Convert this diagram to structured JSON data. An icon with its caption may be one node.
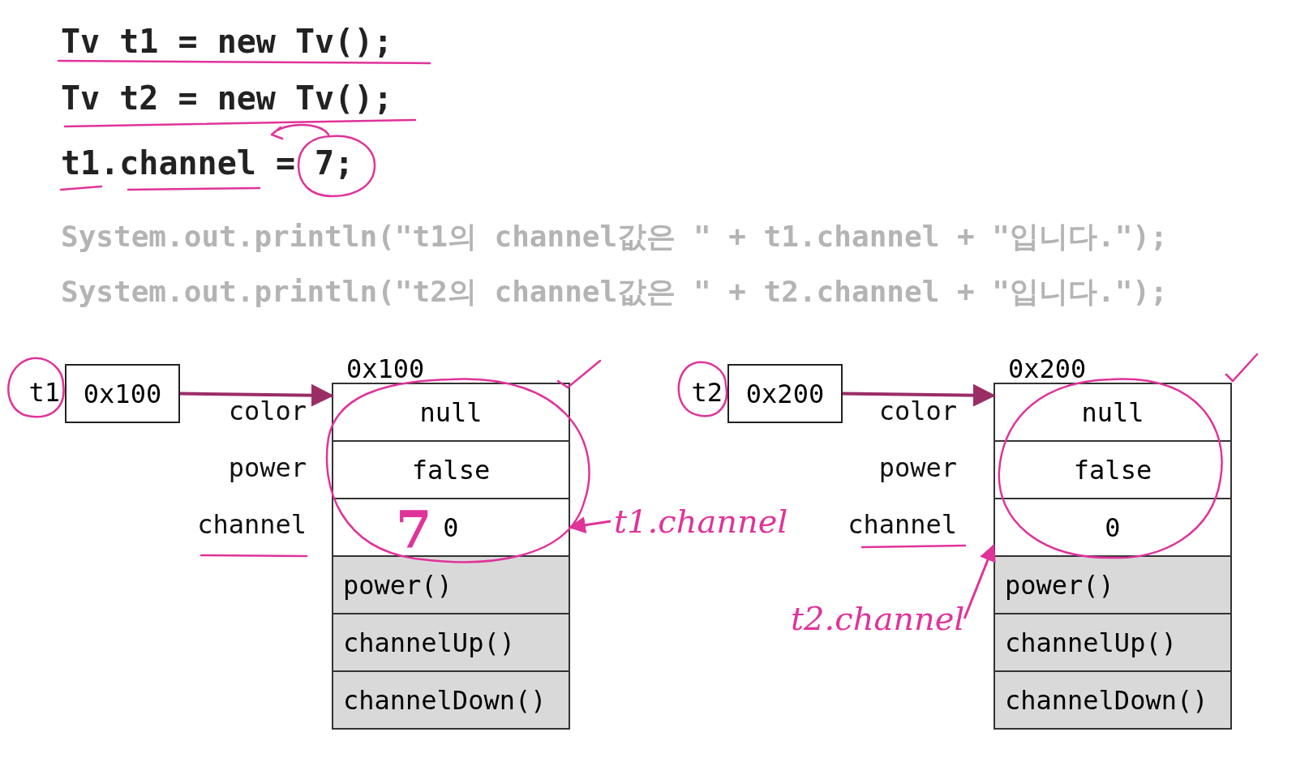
{
  "diagram": {
    "nodes": [
      {
        "text": [
          "0x100"
        ],
        "beside": [
          "t1"
        ]
      },
      {
        "text": [
          "0x100"
        ]
      },
      {
        "text": [
          "null"
        ],
        "in": 1
      },
      {
        "text": [
          "false"
        ],
        "in": 1
      },
      {
        "text": [
          "0"
        ],
        "in": 1
      },
      {
        "text": [
          "power()"
        ],
        "in": 1
      },
      {
        "text": [
          "channelUp()"
        ],
        "in": 1
      },
      {
        "text": [
          "channelDown()"
        ],
        "in": 1
      },
      {
        "text": [
          "0x200"
        ],
        "beside": [
          "t2"
        ]
      },
      {
        "text": [
          "0x200"
        ]
      },
      {
        "text": [
          "null"
        ],
        "in": 9
      },
      {
        "text": [
          "false"
        ],
        "in": 9
      },
      {
        "text": [
          "0"
        ],
        "in": 9
      },
      {
        "text": [
          "power()"
        ],
        "in": 9
      },
      {
        "text": [
          "channelUp()"
        ],
        "in": 9
      },
      {
        "text": [
          "channelDown()"
        ],
        "in": 9
      },
      {
        "text": [
          "t1.channel"
        ]
      },
      {
        "text": [
          "t2.channel"
        ]
      }
    ],
    "edges": [
      {
        "from": 0,
        "to": 1,
        "arrow": "to"
      },
      {
        "from": 8,
        "to": 9,
        "arrow": "to"
      },
      {
        "from": 16,
        "to": 4,
        "arrow": "to",
        "color": "#e0339a"
      },
      {
        "from": 17,
        "to": 12,
        "arrow": "to",
        "color": "#e0339a"
      }
    ],
    "labels": [
      "Tv t1 = new Tv();",
      "Tv t2 = new Tv();",
      "t1.channel = 7;",
      "System.out.println(\"t1의 channel값은 \" + t1.channel + \"입니다.\");",
      "System.out.println(\"t2의 channel값은 \" + t2.channel + \"입니다.\");",
      "color",
      "power",
      "channel",
      "7",
      "color",
      "power",
      "channel"
    ]
  }
}
